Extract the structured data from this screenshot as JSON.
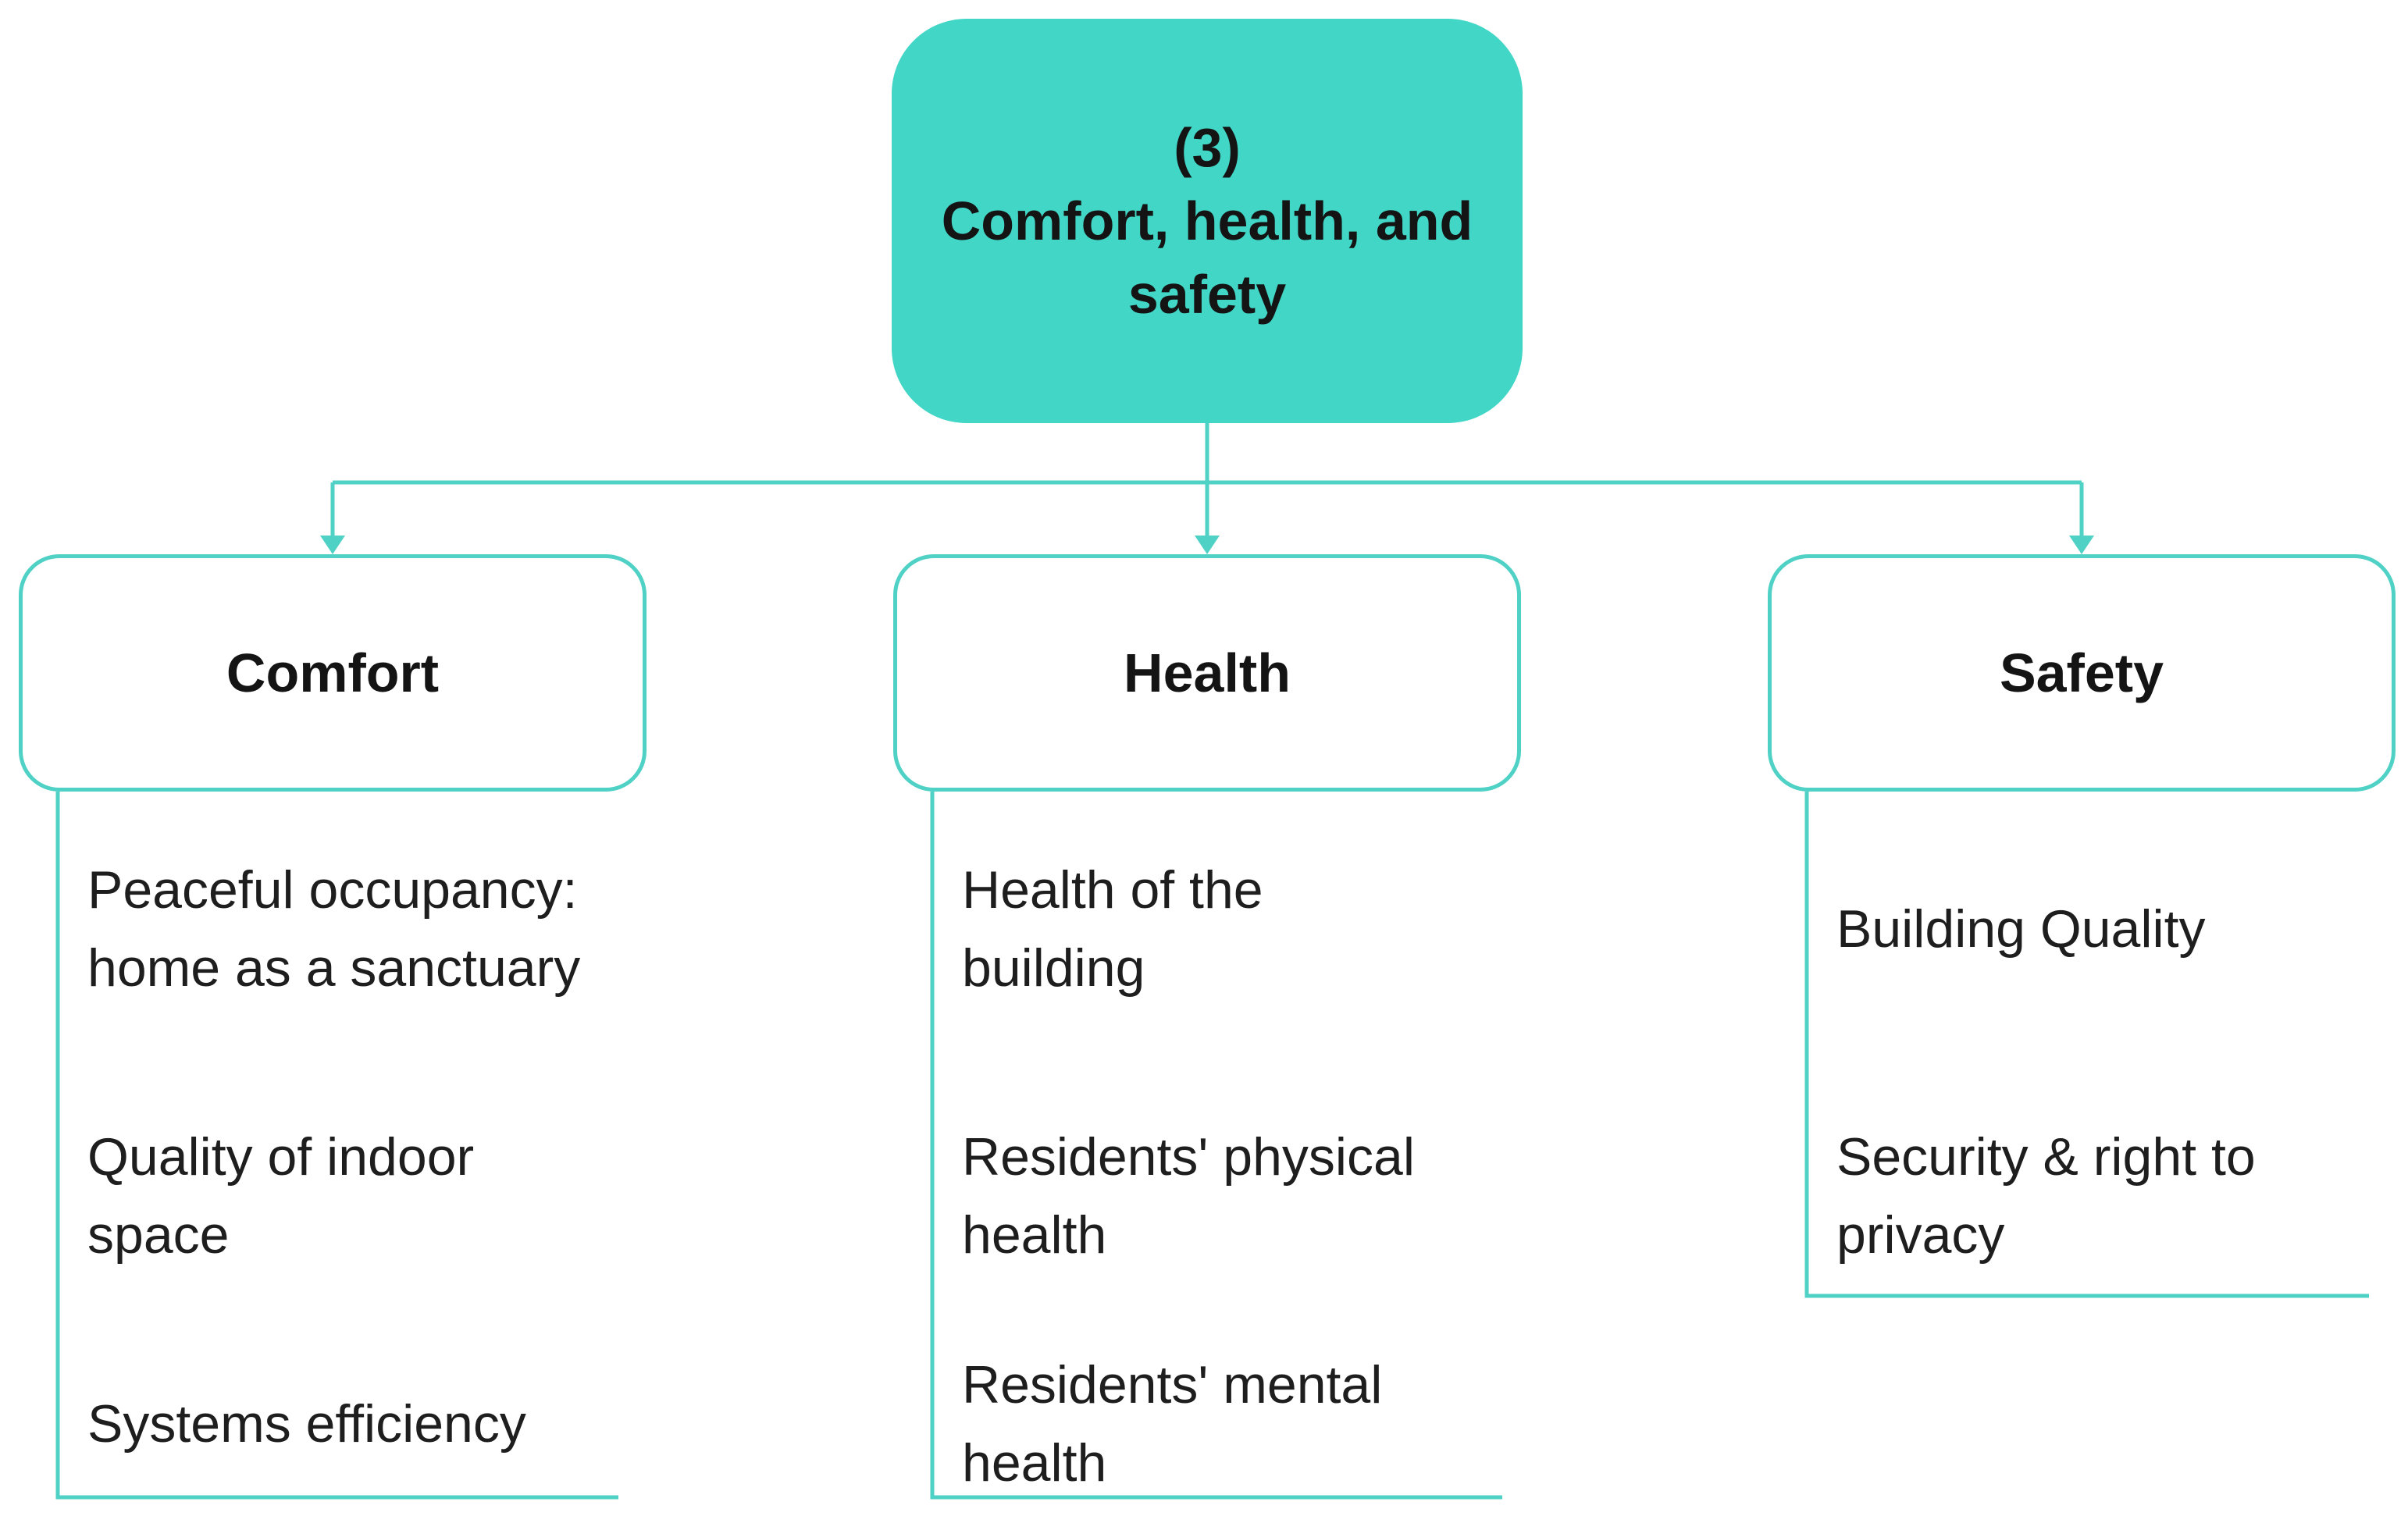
{
  "colors": {
    "accent": "#41d6c6",
    "line": "#4fd1c5",
    "text": "#141414",
    "background": "#ffffff"
  },
  "root": {
    "number": "(3)",
    "title_line1": "Comfort, health, and",
    "title_line2": "safety"
  },
  "categories": [
    {
      "label": "Comfort",
      "items": [
        {
          "line1": "Peaceful occupancy:",
          "line2": "home as a sanctuary"
        },
        {
          "line1": "Quality of indoor",
          "line2": "space"
        },
        {
          "line1": "Systems efficiency",
          "line2": ""
        }
      ]
    },
    {
      "label": "Health",
      "items": [
        {
          "line1": "Health of the",
          "line2": "building"
        },
        {
          "line1": "Residents' physical",
          "line2": "health"
        },
        {
          "line1": "Residents' mental",
          "line2": "health"
        }
      ]
    },
    {
      "label": "Safety",
      "items": [
        {
          "line1": "Building Quality",
          "line2": ""
        },
        {
          "line1": "Security & right to",
          "line2": "privacy"
        }
      ]
    }
  ]
}
